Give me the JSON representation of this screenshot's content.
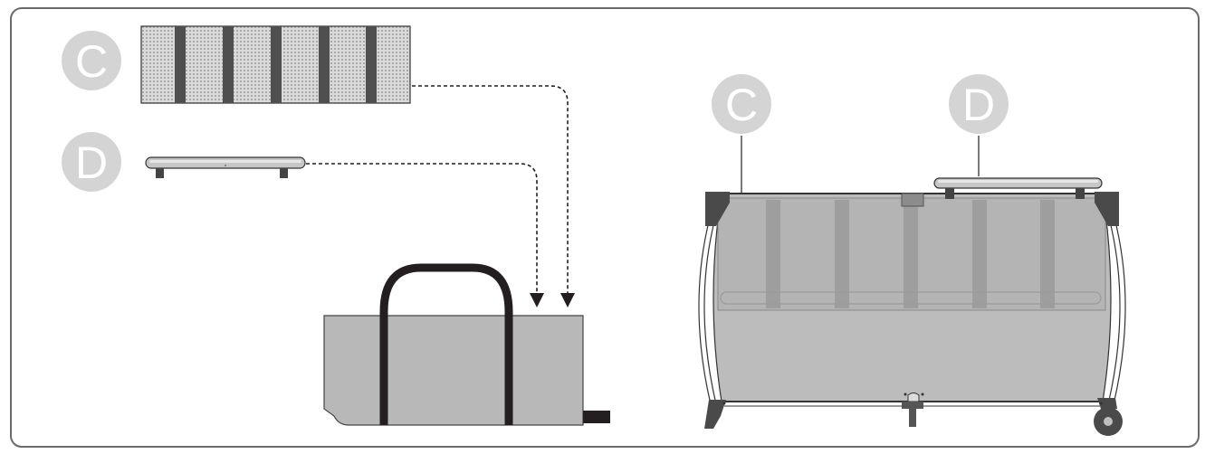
{
  "labels": {
    "mattress_left": "C",
    "bar_left": "D",
    "mattress_right": "C",
    "bar_right": "D"
  },
  "colors": {
    "frame_border": "#6b6b6b",
    "label_circle": "#d4d4d4",
    "label_text": "#ffffff",
    "bag_body": "#b8b8b8",
    "bag_handle": "#231f20",
    "mesh": "#cfcfcf",
    "strap": "#555555",
    "cot_fill": "#bcbcbc",
    "cot_outline": "#333333",
    "corner_piece": "#4a4a4a"
  },
  "icons": {
    "mattress": "folded-mattress-icon",
    "bar": "support-bar-icon",
    "bag": "carry-bag-icon",
    "cot": "travel-cot-icon"
  }
}
